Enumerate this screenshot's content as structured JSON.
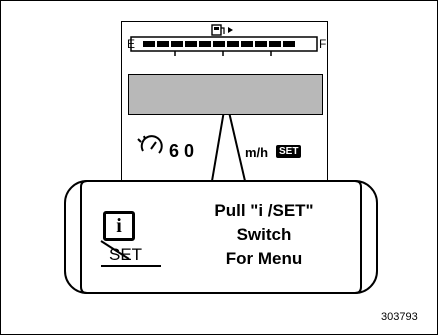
{
  "fuel_gauge": {
    "empty_label": "E",
    "full_label": "F"
  },
  "cruise_display": {
    "speed_text": "6 0",
    "unit_text": "m/h",
    "set_badge": "SET"
  },
  "callout": {
    "switch_icon_letter": "i",
    "switch_set_label": "SET",
    "line1": "Pull \"i /SET\"",
    "line2": "Switch",
    "line3": "For Menu"
  },
  "figure_number": "303793"
}
